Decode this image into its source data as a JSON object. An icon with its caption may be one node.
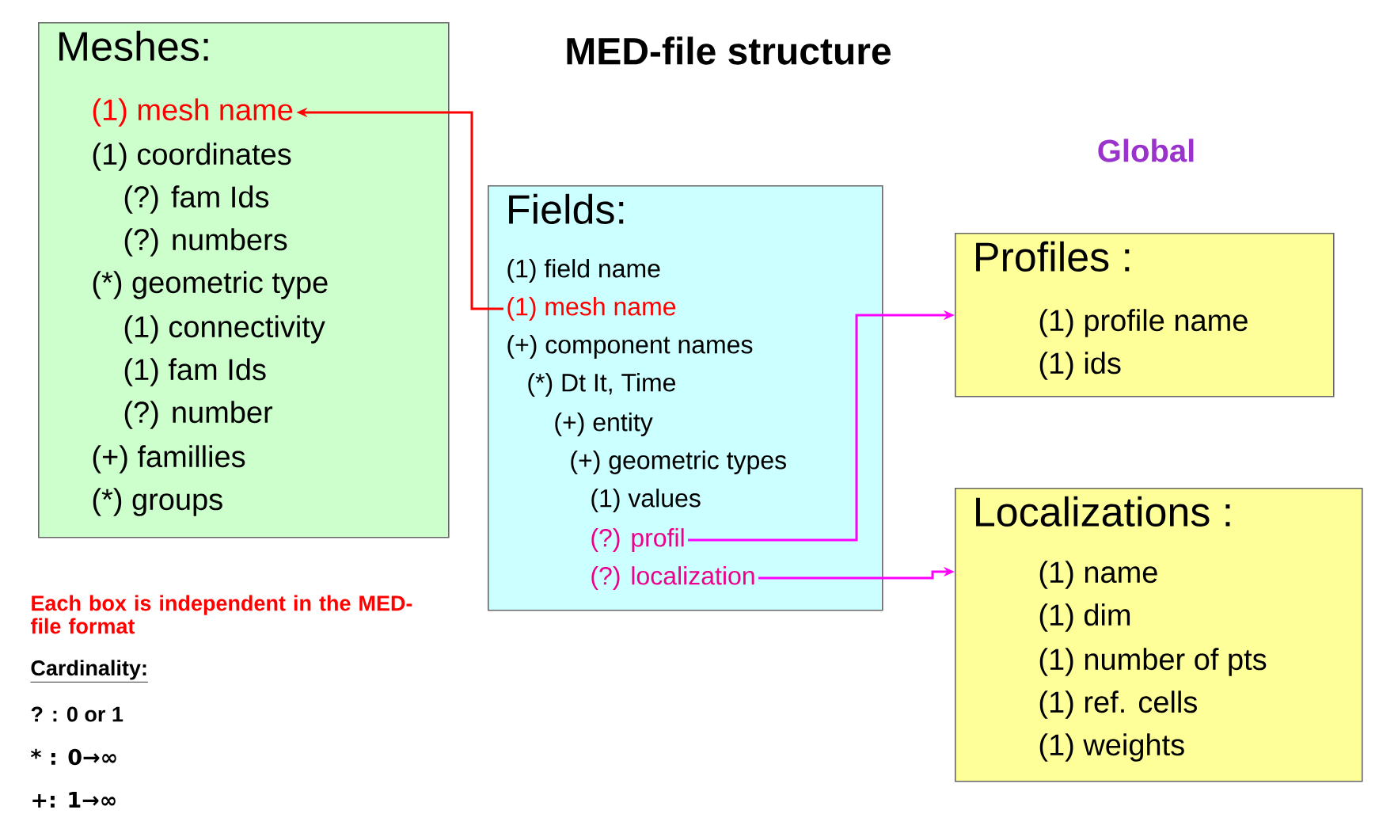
{
  "diagram": {
    "title": "MED-file structure",
    "nodes": [
      {
        "text": [
          "Meshes:"
        ]
      },
      {
        "text": [
          "(1) mesh name"
        ],
        "in": 0
      },
      {
        "text": [
          "(1) coordinates"
        ],
        "in": 0
      },
      {
        "text": [
          "(?) fam Ids"
        ],
        "in": 0
      },
      {
        "text": [
          "(?) numbers"
        ],
        "in": 0
      },
      {
        "text": [
          "(*) geometric type"
        ],
        "in": 0
      },
      {
        "text": [
          "(1) connectivity"
        ],
        "in": 0
      },
      {
        "text": [
          "(1) fam Ids"
        ],
        "in": 0
      },
      {
        "text": [
          "(?) number"
        ],
        "in": 0
      },
      {
        "text": [
          "(+) famillies"
        ],
        "in": 0
      },
      {
        "text": [
          "(*) groups"
        ],
        "in": 0
      },
      {
        "text": [
          "Fields:"
        ]
      },
      {
        "text": [
          "(1) field name"
        ],
        "in": 11
      },
      {
        "text": [
          "(1) mesh name"
        ],
        "in": 11
      },
      {
        "text": [
          "(+) component names"
        ],
        "in": 11
      },
      {
        "text": [
          "(*) Dt It, Time"
        ],
        "in": 11
      },
      {
        "text": [
          "(+) entity"
        ],
        "in": 11
      },
      {
        "text": [
          "(+) geometric types"
        ],
        "in": 11
      },
      {
        "text": [
          "(1) values"
        ],
        "in": 11
      },
      {
        "text": [
          "(?) profil"
        ],
        "in": 11
      },
      {
        "text": [
          "(?) localization"
        ],
        "in": 11
      },
      {
        "text": [
          "Profiles :"
        ]
      },
      {
        "text": [
          "(1) profile name"
        ],
        "in": 21
      },
      {
        "text": [
          "(1) ids"
        ],
        "in": 21
      },
      {
        "text": [
          "Localizations :"
        ]
      },
      {
        "text": [
          "(1) name"
        ],
        "in": 24
      },
      {
        "text": [
          "(1) dim"
        ],
        "in": 24
      },
      {
        "text": [
          "(1) number of pts"
        ],
        "in": 24
      },
      {
        "text": [
          "(1) ref. cells"
        ],
        "in": 24
      },
      {
        "text": [
          "(1) weights"
        ],
        "in": 24
      }
    ],
    "edges": [
      {
        "from": 13,
        "to": 1,
        "arrow": "to",
        "color": "#ff0000"
      },
      {
        "from": 19,
        "to": 21,
        "arrow": "to",
        "color": "#ff00ff"
      },
      {
        "from": 20,
        "to": 24,
        "arrow": "to",
        "color": "#ff00ff"
      }
    ],
    "labels": [
      "Global",
      "Each box is independent in the MED-file format",
      "Cardinality:",
      "? : 0 or 1",
      "* : 0→∞",
      "+: 1→∞"
    ]
  }
}
